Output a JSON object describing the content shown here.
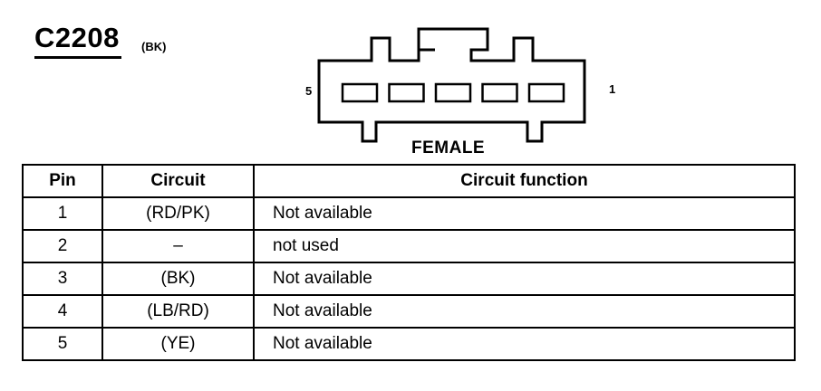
{
  "connector": {
    "id": "C2208",
    "color": "(BK)",
    "gender": "FEMALE",
    "pin_left": "5",
    "pin_right": "1",
    "cavities": 5
  },
  "table": {
    "headers": [
      "Pin",
      "Circuit",
      "Circuit function"
    ],
    "rows": [
      {
        "pin": "1",
        "circuit": "(RD/PK)",
        "function": "Not available"
      },
      {
        "pin": "2",
        "circuit": "–",
        "function": "not used"
      },
      {
        "pin": "3",
        "circuit": "(BK)",
        "function": "Not available"
      },
      {
        "pin": "4",
        "circuit": "(LB/RD)",
        "function": "Not available"
      },
      {
        "pin": "5",
        "circuit": "(YE)",
        "function": "Not available"
      }
    ]
  }
}
